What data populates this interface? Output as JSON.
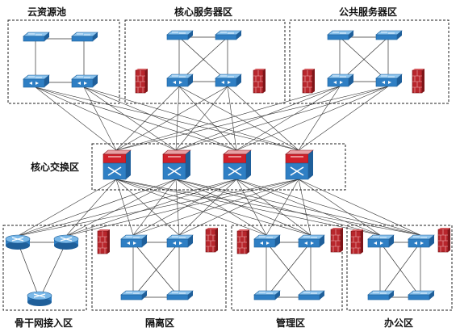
{
  "zones": {
    "cloud": "云资源池",
    "core_servers": "核心服务器区",
    "public_servers": "公共服务器区",
    "core_exchange": "核心交换区",
    "backbone": "骨干网接入区",
    "isolation": "隔离区",
    "management": "管理区",
    "office": "办公区"
  },
  "icons": {
    "switch": "l2-switch-icon",
    "l3switch": "l3-switch-icon",
    "core": "core-switch-icon",
    "router": "router-icon",
    "firewall": "firewall-icon"
  },
  "colors": {
    "device_blue": "#2f7fc4",
    "device_top": "#7ab8e8",
    "core_red": "#d0202a",
    "firewall_red": "#b8262c"
  }
}
